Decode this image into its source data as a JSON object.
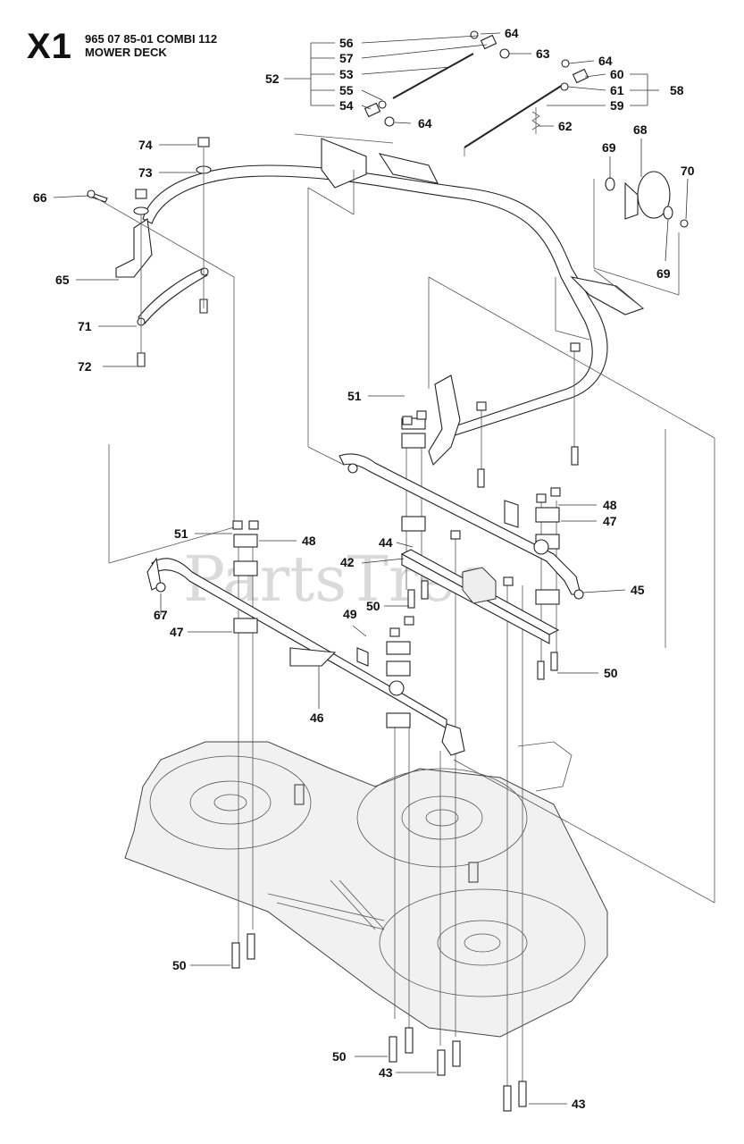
{
  "header": {
    "section_code": "X1",
    "model_line": "965 07 85-01 COMBI 112",
    "section_title": "MOWER DECK"
  },
  "watermark": {
    "text": "PartsTree",
    "color": "#bdbdbd"
  },
  "callouts": [
    {
      "id": "c56",
      "label": "56"
    },
    {
      "id": "c57",
      "label": "57"
    },
    {
      "id": "c53",
      "label": "53"
    },
    {
      "id": "c55",
      "label": "55"
    },
    {
      "id": "c54",
      "label": "54"
    },
    {
      "id": "c52",
      "label": "52"
    },
    {
      "id": "c64a",
      "label": "64"
    },
    {
      "id": "c63",
      "label": "63"
    },
    {
      "id": "c64b",
      "label": "64"
    },
    {
      "id": "c60",
      "label": "60"
    },
    {
      "id": "c61",
      "label": "61"
    },
    {
      "id": "c59",
      "label": "59"
    },
    {
      "id": "c58",
      "label": "58"
    },
    {
      "id": "c64c",
      "label": "64"
    },
    {
      "id": "c62",
      "label": "62"
    },
    {
      "id": "c74",
      "label": "74"
    },
    {
      "id": "c73",
      "label": "73"
    },
    {
      "id": "c66",
      "label": "66"
    },
    {
      "id": "c65",
      "label": "65"
    },
    {
      "id": "c71",
      "label": "71"
    },
    {
      "id": "c72",
      "label": "72"
    },
    {
      "id": "c68",
      "label": "68"
    },
    {
      "id": "c69a",
      "label": "69"
    },
    {
      "id": "c70",
      "label": "70"
    },
    {
      "id": "c69b",
      "label": "69"
    },
    {
      "id": "c51a",
      "label": "51"
    },
    {
      "id": "c48a",
      "label": "48"
    },
    {
      "id": "c47a",
      "label": "47"
    },
    {
      "id": "c51b",
      "label": "51"
    },
    {
      "id": "c48b",
      "label": "48"
    },
    {
      "id": "c44",
      "label": "44"
    },
    {
      "id": "c42",
      "label": "42"
    },
    {
      "id": "c45",
      "label": "45"
    },
    {
      "id": "c50a",
      "label": "50"
    },
    {
      "id": "c67",
      "label": "67"
    },
    {
      "id": "c49",
      "label": "49"
    },
    {
      "id": "c47b",
      "label": "47"
    },
    {
      "id": "c50b",
      "label": "50"
    },
    {
      "id": "c46",
      "label": "46"
    },
    {
      "id": "c50c",
      "label": "50"
    },
    {
      "id": "c50d",
      "label": "50"
    },
    {
      "id": "c43a",
      "label": "43"
    },
    {
      "id": "c43b",
      "label": "43"
    }
  ]
}
